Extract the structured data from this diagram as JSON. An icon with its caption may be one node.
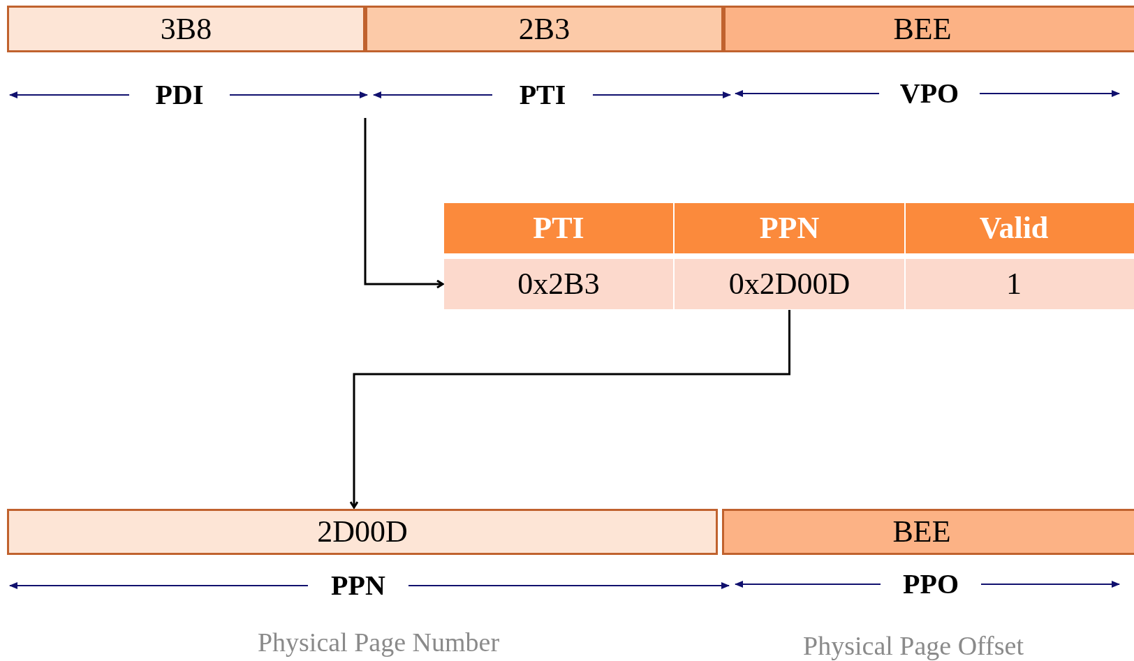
{
  "diagram": {
    "nodes": [
      {
        "text": [
          "3B8"
        ]
      },
      {
        "text": [
          "2B3"
        ]
      },
      {
        "text": [
          "BEE"
        ]
      },
      {
        "text": [
          "PTI"
        ]
      },
      {
        "text": [
          "PPN"
        ]
      },
      {
        "text": [
          "Valid"
        ]
      },
      {
        "text": [
          "0x2B3"
        ]
      },
      {
        "text": [
          "0x2D00D"
        ]
      },
      {
        "text": [
          "1"
        ]
      },
      {
        "text": [
          "2D00D"
        ]
      },
      {
        "text": [
          "BEE"
        ]
      }
    ],
    "edges": [
      {
        "from": null,
        "to": 6,
        "arrow": "to"
      },
      {
        "from": 7,
        "to": 9,
        "arrow": "to"
      }
    ],
    "labels": [
      "PDI",
      "PTI",
      "VPO",
      "PPN",
      "PPO",
      "Physical Page Number",
      "Physical Page Offset"
    ]
  }
}
